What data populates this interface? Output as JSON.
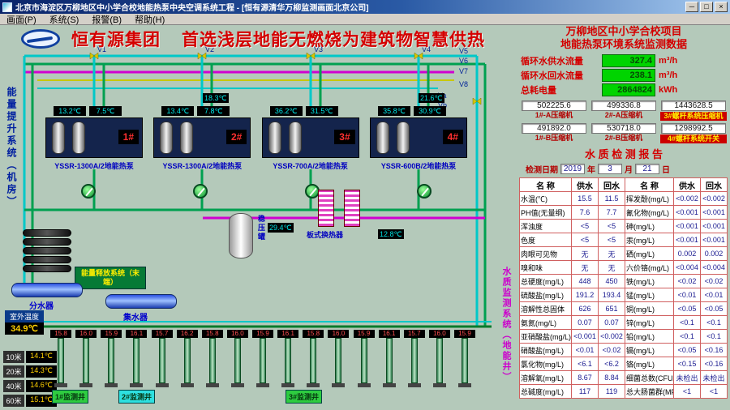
{
  "colors": {
    "accent_red": "#d40000",
    "led_green": "#00d400",
    "led_yellow": "#ffd000",
    "pipe_cyan": "#00c8c8",
    "pipe_green": "#00a050",
    "pipe_magenta": "#d000d0",
    "pipe_yellow": "#c8c800"
  },
  "window": {
    "title": "北京市海淀区万柳地区中小学合校地能热泵中央空调系统工程 - [恒有源清华万柳监测画面北京公司]",
    "menu": [
      "画面(P)",
      "系统(S)",
      "报警(B)",
      "帮助(H)"
    ],
    "controls": [
      "─",
      "□",
      "×"
    ]
  },
  "banner": {
    "company": "恒有源集团",
    "slogan": "首选浅层地能无燃烧为建筑物智慧供热"
  },
  "right_panel": {
    "title_line1": "万柳地区中小学合校项目",
    "title_line2": "地能热泵环境系统监测数据",
    "flows": [
      {
        "label": "循环水供水流量",
        "value": "327.4",
        "unit": "m³/h"
      },
      {
        "label": "循环水回水流量",
        "value": "238.1",
        "unit": "m³/h"
      },
      {
        "label": "总耗电量",
        "value": "2864824",
        "unit": "kWh"
      }
    ],
    "compressors": [
      {
        "value": "502225.6",
        "label": "1#-A压缩机",
        "highlight": false
      },
      {
        "value": "499336.8",
        "label": "2#-A压缩机",
        "highlight": false
      },
      {
        "value": "1443628.5",
        "label": "3#螺杆系统压缩机",
        "highlight": true
      },
      {
        "value": "491892.0",
        "label": "1#-B压缩机",
        "highlight": false
      },
      {
        "value": "530718.0",
        "label": "2#-B压缩机",
        "highlight": false
      },
      {
        "value": "1298992.5",
        "label": "4#螺杆系统开关",
        "highlight": true
      }
    ],
    "report": {
      "title": "水 质 检 测 报 告",
      "date_label": "检测日期",
      "year": "2019",
      "year_unit": "年",
      "month": "3",
      "month_unit": "月",
      "day": "21",
      "day_unit": "日",
      "headers": [
        "名 称",
        "供水",
        "回水",
        "名 称",
        "供水",
        "回水"
      ],
      "rows": [
        [
          "水温(℃)",
          "15.5",
          "11.5",
          "挥发酚(mg/L)",
          "<0.002",
          "<0.002"
        ],
        [
          "PH值(无量纲)",
          "7.6",
          "7.7",
          "氰化物(mg/L)",
          "<0.001",
          "<0.001"
        ],
        [
          "浑浊度",
          "<5",
          "<5",
          "砷(mg/L)",
          "<0.001",
          "<0.001"
        ],
        [
          "色度",
          "<5",
          "<5",
          "汞(mg/L)",
          "<0.001",
          "<0.001"
        ],
        [
          "肉眼可见物",
          "无",
          "无",
          "硒(mg/L)",
          "0.002",
          "0.002"
        ],
        [
          "嗅和味",
          "无",
          "无",
          "六价铬(mg/L)",
          "<0.004",
          "<0.004"
        ],
        [
          "总硬度(mg/L)",
          "448",
          "450",
          "铁(mg/L)",
          "<0.02",
          "<0.02"
        ],
        [
          "硫酸盐(mg/L)",
          "191.2",
          "193.4",
          "锰(mg/L)",
          "<0.01",
          "<0.01"
        ],
        [
          "溶解性总固体",
          "626",
          "651",
          "铜(mg/L)",
          "<0.05",
          "<0.05"
        ],
        [
          "氨氮(mg/L)",
          "0.07",
          "0.07",
          "锌(mg/L)",
          "<0.1",
          "<0.1"
        ],
        [
          "亚硝酸盐(mg/L)",
          "<0.001",
          "<0.002",
          "铅(mg/L)",
          "<0.1",
          "<0.1"
        ],
        [
          "硝酸盐(mg/L)",
          "<0.01",
          "<0.02",
          "镉(mg/L)",
          "<0.05",
          "<0.16"
        ],
        [
          "氯化物(mg/L)",
          "<6.1",
          "<6.2",
          "铬(mg/L)",
          "<0.15",
          "<0.16"
        ],
        [
          "溶解氧(mg/L)",
          "8.67",
          "8.84",
          "细菌总数(CFU/mL)",
          "未检出",
          "未检出"
        ],
        [
          "总碱度(mg/L)",
          "117",
          "119",
          "总大肠菌群(MPN/100mL)",
          "<1",
          "<1"
        ]
      ]
    }
  },
  "diagram": {
    "left_system_label": "能量提升系统（机房）",
    "right_system_label": "水质监测系统（地能井）",
    "end_system_label": "能量释放系统（末端）",
    "valves": [
      "V1",
      "V2",
      "V3",
      "V4",
      "V5",
      "V6",
      "V7",
      "V8",
      "Va",
      "Vb"
    ],
    "units": [
      {
        "num": "1#",
        "model": "YSSR-1300A/2地能热泵",
        "t1": "13.2℃",
        "t2": "7.5℃"
      },
      {
        "num": "2#",
        "model": "YSSR-1300A/2地能热泵",
        "t1": "13.4℃",
        "t2": "7.8℃"
      },
      {
        "num": "3#",
        "model": "YSSR-700A/2地能热泵",
        "t1": "36.2℃",
        "t2": "31.5℃"
      },
      {
        "num": "4#",
        "model": "YSSR-600B/2地能热泵",
        "t1": "35.8℃",
        "t2": "30.9℃"
      }
    ],
    "equipment": {
      "divider_label": "分水器",
      "collector_label": "集水器",
      "tank_label": "稳压罐",
      "hx_label": "板式换热器"
    },
    "aux": [
      {
        "v": "18.3℃"
      },
      {
        "v": "21.6℃"
      },
      {
        "v": "29.4℃"
      },
      {
        "v": "12.8℃"
      }
    ],
    "outdoor": {
      "label": "室外温度",
      "value": "34.9℃"
    },
    "depths": [
      {
        "depth": "10米",
        "temp": "14.1℃"
      },
      {
        "depth": "20米",
        "temp": "14.3℃"
      },
      {
        "depth": "40米",
        "temp": "14.6℃"
      },
      {
        "depth": "60米",
        "temp": "15.1℃"
      }
    ],
    "monitor_wells": [
      "1#监测井",
      "2#监测井",
      "3#监测井"
    ],
    "wells": [
      {
        "t": "15.8"
      },
      {
        "t": "16.0"
      },
      {
        "t": "15.9"
      },
      {
        "t": "16.1"
      },
      {
        "t": "15.7"
      },
      {
        "t": "16.2"
      },
      {
        "t": "15.8"
      },
      {
        "t": "16.0"
      },
      {
        "t": "15.9"
      },
      {
        "t": "16.1"
      },
      {
        "t": "15.8"
      },
      {
        "t": "16.0"
      },
      {
        "t": "15.9"
      },
      {
        "t": "16.1"
      },
      {
        "t": "15.7"
      },
      {
        "t": "16.0"
      },
      {
        "t": "15.9"
      }
    ]
  }
}
